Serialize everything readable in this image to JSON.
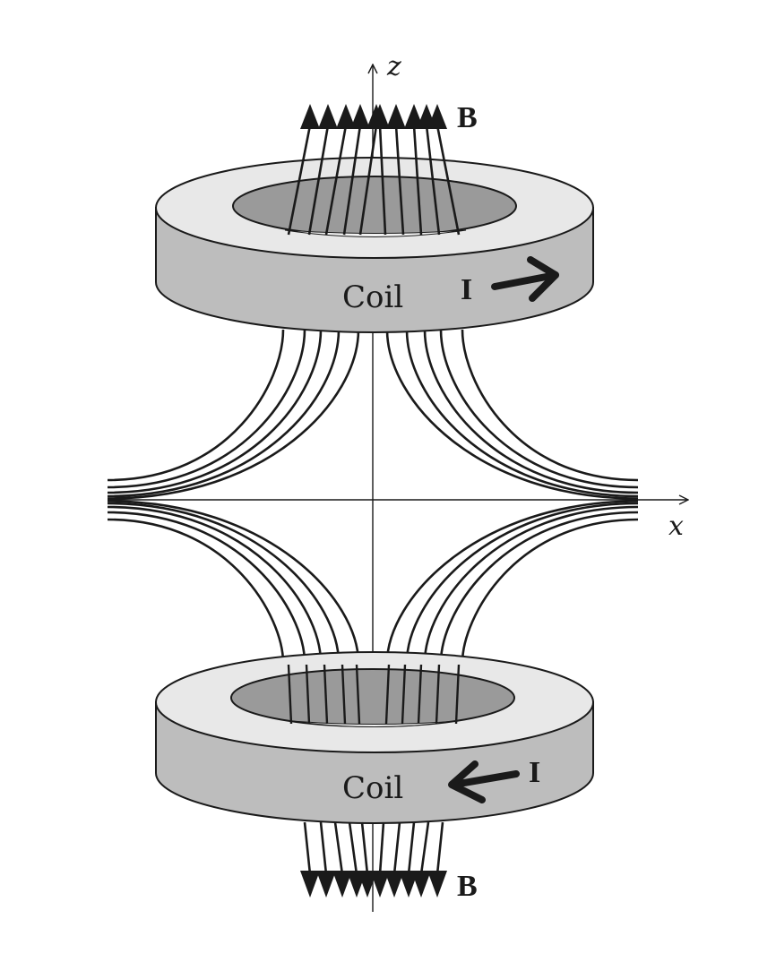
{
  "diagram": {
    "axis_labels": {
      "vertical": "z",
      "horizontal": "x"
    },
    "field_label": "B",
    "current_label": "I",
    "coils": [
      {
        "label": "Coil",
        "current_direction": "right"
      },
      {
        "label": "Coil",
        "current_direction": "left"
      }
    ],
    "colors": {
      "coil_top_face": "#e8e8e8",
      "coil_side": "#bdbdbd",
      "coil_hole": "#9a9a9a",
      "lines": "#1a1a1a"
    }
  }
}
